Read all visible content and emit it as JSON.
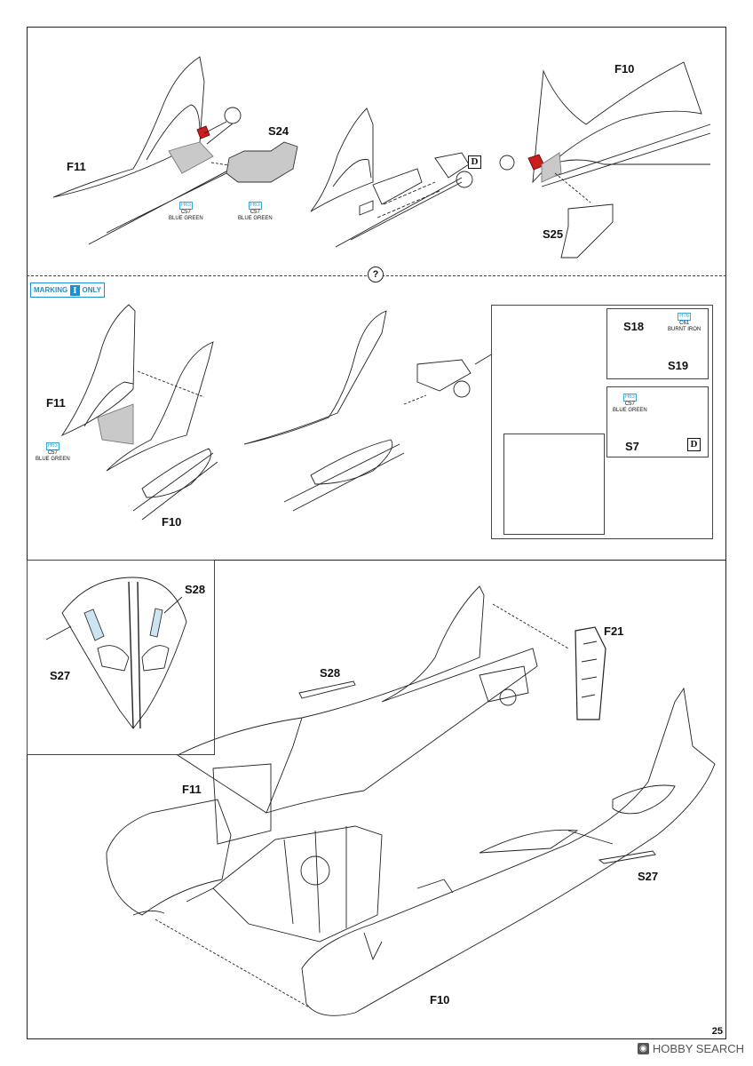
{
  "page": {
    "number": "25",
    "watermark": "HOBBY SEARCH",
    "help_symbol": "?"
  },
  "marking_label": {
    "prefix": "MARKING",
    "number": "I",
    "suffix": "ONLY"
  },
  "step1": {
    "parts": {
      "f11": "F11",
      "s24": "S24",
      "f10": "F10",
      "s25": "S25",
      "d": "D"
    },
    "paint_a": {
      "h": "H63",
      "c": "C57",
      "name": "BLUE GREEN"
    },
    "paint_b": {
      "h": "H63",
      "c": "C57",
      "name": "BLUE GREEN"
    }
  },
  "step2": {
    "parts": {
      "f11": "F11",
      "f10": "F10",
      "s18": "S18",
      "s19": "S19",
      "s7": "S7",
      "d": "D"
    },
    "paint_a": {
      "h": "H63",
      "c": "C57",
      "name": "BLUE GREEN"
    },
    "paint_iron": {
      "h": "H76",
      "c": "C61",
      "name": "BURNT IRON"
    },
    "paint_s7": {
      "h": "H63",
      "c": "C57",
      "name": "BLUE GREEN"
    }
  },
  "step3": {
    "parts": {
      "s28_inset": "S28",
      "s27_inset": "S27",
      "f21": "F21",
      "s28": "S28",
      "f11": "F11",
      "s27": "S27",
      "f10": "F10"
    }
  },
  "colors": {
    "accent": "#1b8fd0",
    "red": "#c8201e",
    "gray_fill": "#c9c9c9"
  }
}
